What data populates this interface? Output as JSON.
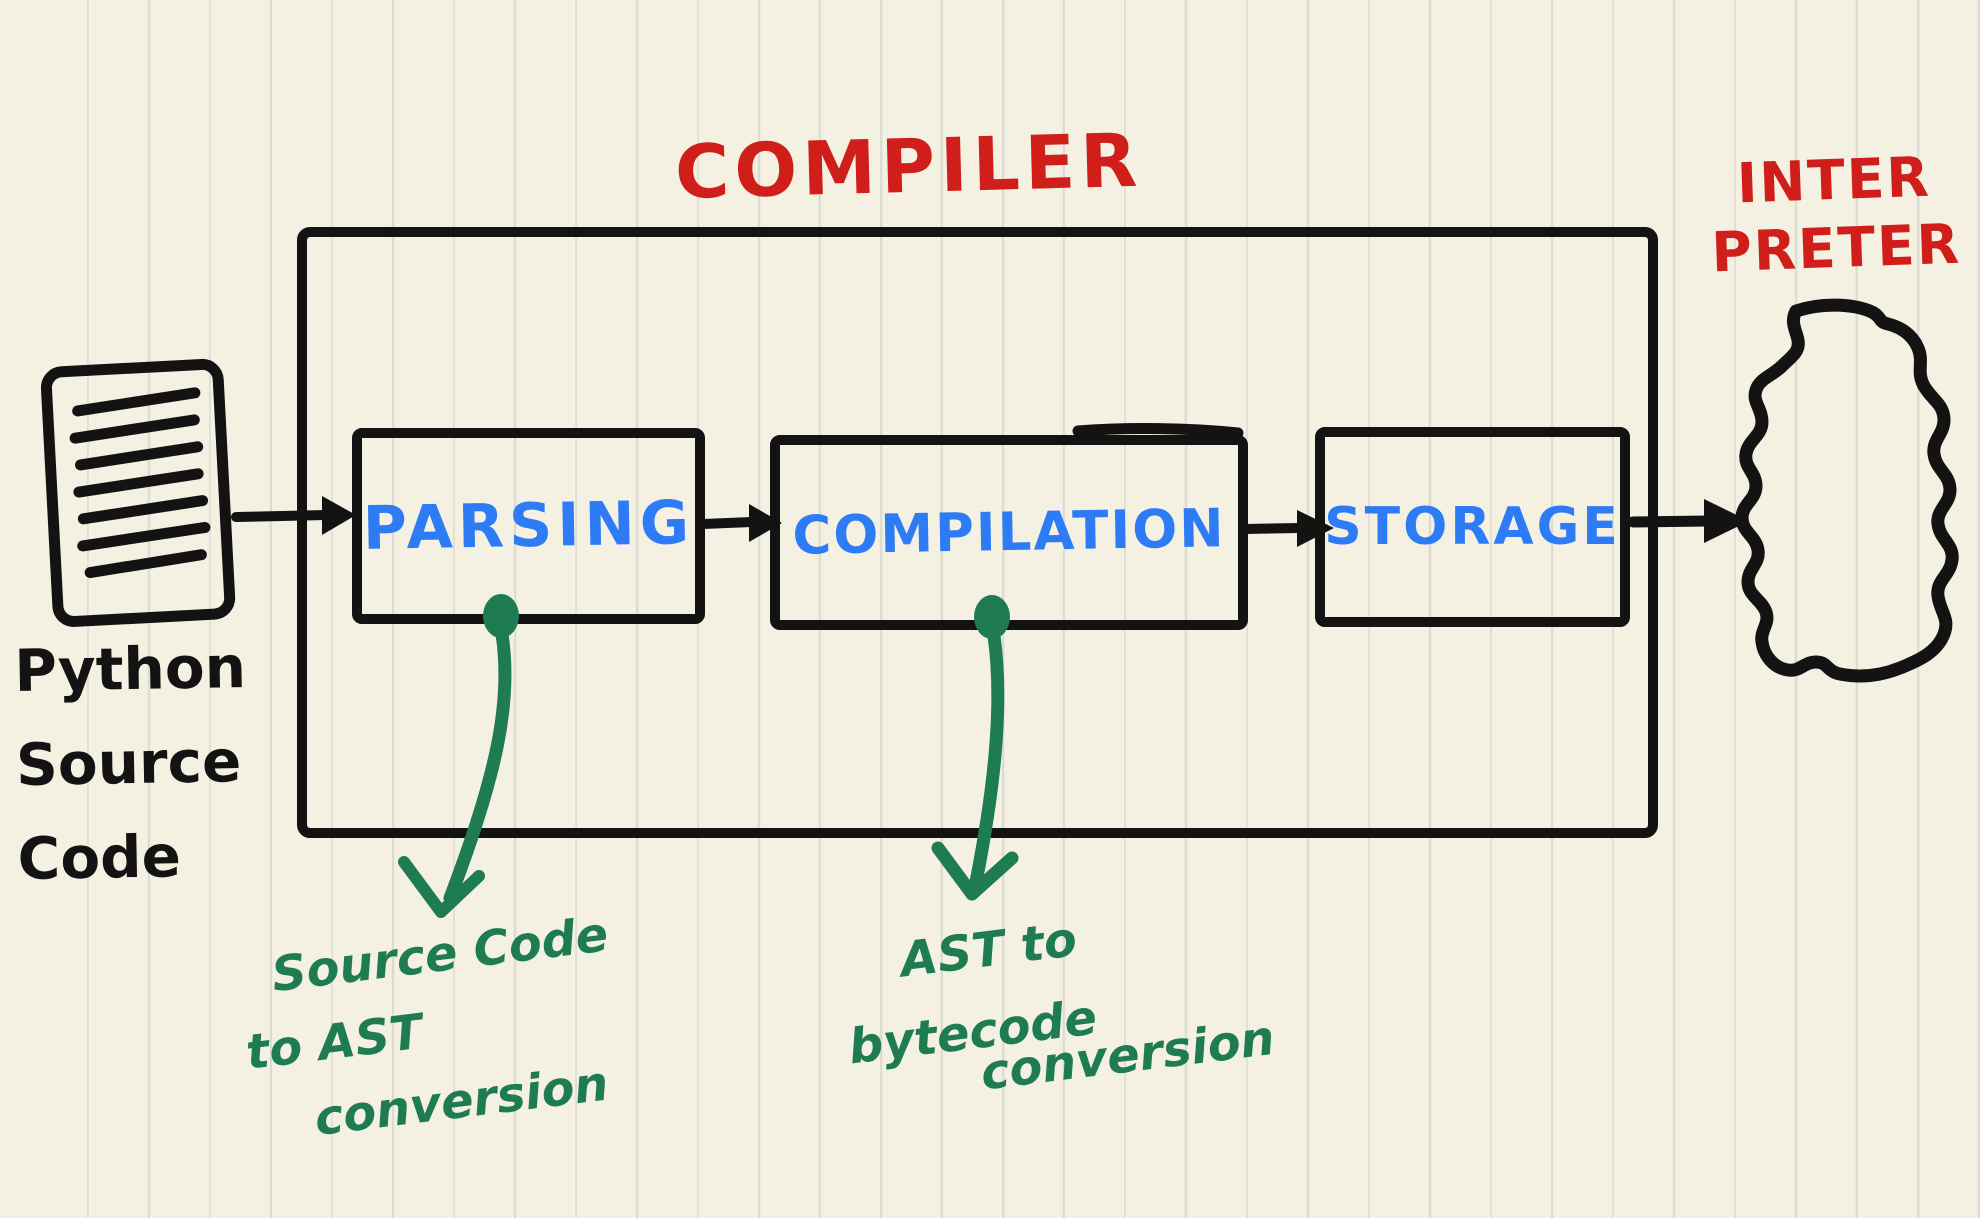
{
  "diagram": {
    "title": "COMPILER",
    "interpreter_label": [
      "INTER",
      "PRETER"
    ],
    "source_label": [
      "Python",
      "Source",
      "Code"
    ],
    "stages": [
      {
        "label": "PARSING"
      },
      {
        "label": "COMPILATION"
      },
      {
        "label": "STORAGE"
      }
    ],
    "annotations": [
      {
        "lines": [
          "Source Code",
          "to AST",
          "conversion"
        ]
      },
      {
        "lines": [
          "AST to",
          "bytecode",
          "conversion"
        ]
      }
    ],
    "colors": {
      "paper": "#f4f1e3",
      "rule_line": "#dcdbd2",
      "ink_black": "#131313",
      "title_red": "#d01f1b",
      "stage_blue": "#2e7cf5",
      "annotation_green": "#1e7b52"
    }
  }
}
